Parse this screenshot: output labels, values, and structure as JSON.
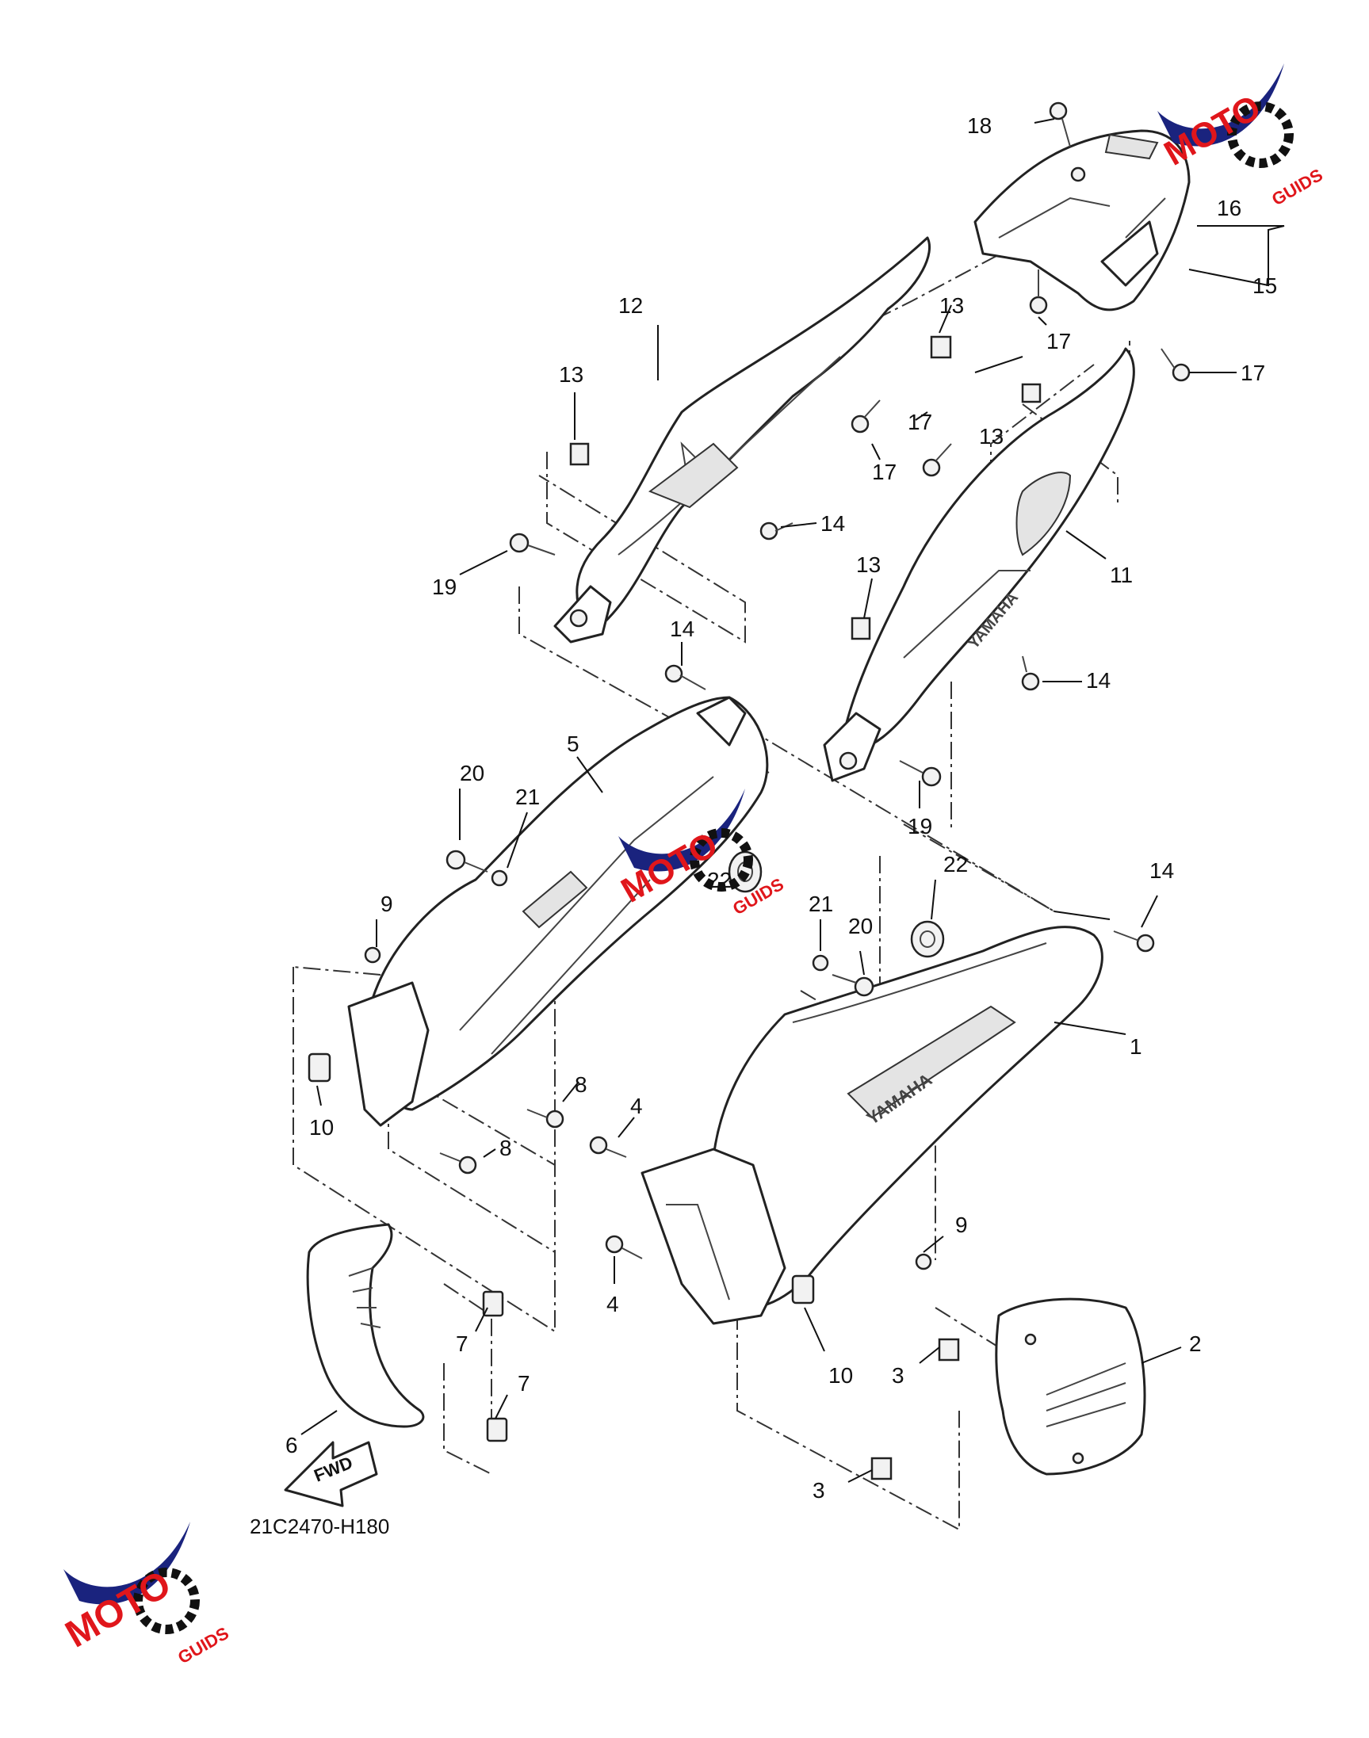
{
  "diagram_code": "21C2470-H180",
  "fwd_label": "FWD",
  "watermark": {
    "text_moto": "MOTO",
    "text_guids": "GUIDS",
    "accent_blue": "#1a237e",
    "accent_red": "#e0161b"
  },
  "callouts": {
    "c1": "1",
    "c2": "2",
    "c3a": "3",
    "c3b": "3",
    "c4a": "4",
    "c4b": "4",
    "c5": "5",
    "c6": "6",
    "c7a": "7",
    "c7b": "7",
    "c8a": "8",
    "c8b": "8",
    "c9a": "9",
    "c9b": "9",
    "c10a": "10",
    "c10b": "10",
    "c11": "11",
    "c12": "12",
    "c13a": "13",
    "c13b": "13",
    "c13c": "13",
    "c13d": "13",
    "c14a": "14",
    "c14b": "14",
    "c14c": "14",
    "c14d": "14",
    "c15": "15",
    "c16": "16",
    "c17a": "17",
    "c17b": "17",
    "c17c": "17",
    "c17d": "17",
    "c18": "18",
    "c19a": "19",
    "c19b": "19",
    "c20a": "20",
    "c20b": "20",
    "c21a": "21",
    "c21b": "21",
    "c22a": "22",
    "c22b": "22"
  }
}
